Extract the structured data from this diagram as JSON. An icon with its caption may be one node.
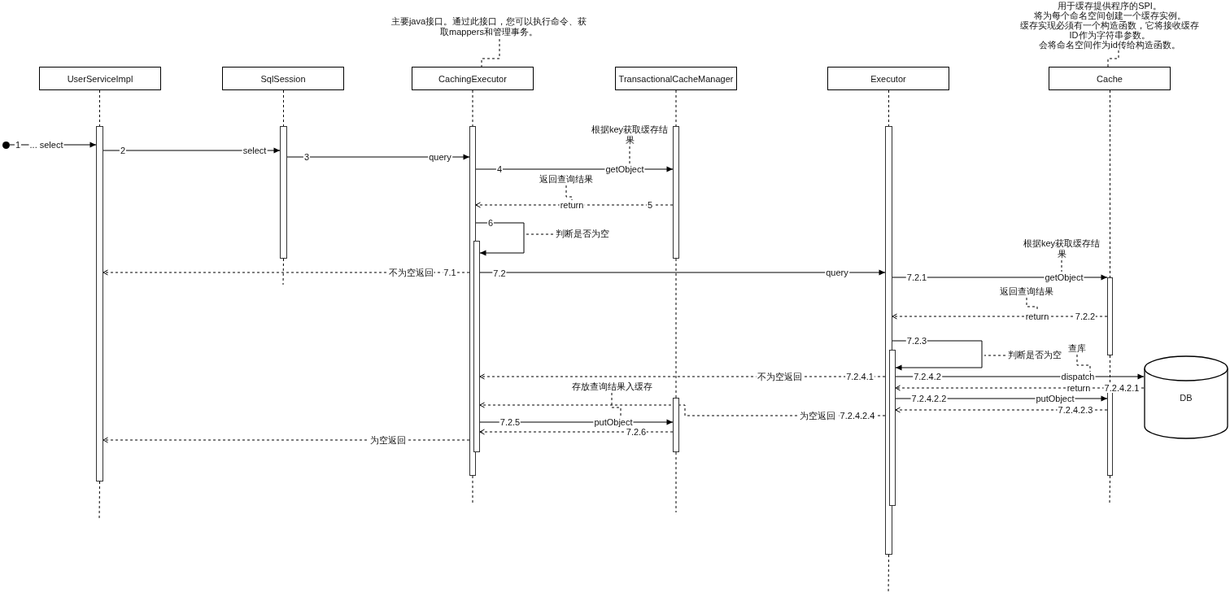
{
  "diagram": {
    "nodes": [
      {
        "text": [
          "主要java接口。通过此接口，您可以执行命令、获取mappers和管理事务。"
        ]
      },
      {
        "text": [
          "用于缓存提供程序的SPI。",
          "将为每个命名空间创建一个缓存实例。",
          "缓存实现必须有一个构造函数，它将接收缓存ID作为字符串参数。",
          "会将命名空间作为id传给构造函数。"
        ]
      },
      {
        "text": [
          "UserServiceImpl"
        ]
      },
      {
        "text": [
          "SqlSession"
        ]
      },
      {
        "text": [
          "CachingExecutor"
        ]
      },
      {
        "text": [
          "TransactionalCacheManager"
        ]
      },
      {
        "text": [
          "Executor"
        ]
      },
      {
        "text": [
          "Cache"
        ]
      },
      {
        "text": [],
        "shape": "circle"
      },
      {
        "text": [],
        "shape": "bar"
      },
      {
        "text": [],
        "shape": "bar"
      },
      {
        "text": [],
        "shape": "bar"
      },
      {
        "text": [],
        "shape": "bar"
      },
      {
        "text": [],
        "shape": "bar"
      },
      {
        "text": [],
        "shape": "bar"
      },
      {
        "text": [],
        "shape": "bar"
      },
      {
        "text": [],
        "shape": "bar"
      },
      {
        "text": [],
        "shape": "bar"
      },
      {
        "text": [],
        "shape": "bar"
      },
      {
        "text": [
          "根据key获取缓存结果"
        ]
      },
      {
        "text": [
          "返回查询结果"
        ]
      },
      {
        "text": [
          "判断是否为空"
        ]
      },
      {
        "text": [
          "根据key获取缓存结果"
        ]
      },
      {
        "text": [
          "返回查询结果"
        ]
      },
      {
        "text": [
          "查库"
        ]
      },
      {
        "text": [
          "判断是否为空"
        ]
      },
      {
        "text": [
          "存放查询结果入缓存"
        ]
      },
      {
        "text": [
          "DB"
        ]
      }
    ],
    "edges": [
      {
        "from": 0,
        "to": 4,
        "arrow": "none",
        "style": "dashed"
      },
      {
        "from": 1,
        "to": 7,
        "arrow": "none",
        "style": "dashed"
      },
      {
        "from": 2,
        "to": 9,
        "arrow": "none",
        "style": "dashed"
      },
      {
        "from": 9,
        "to": null,
        "arrow": "none",
        "style": "dashed"
      },
      {
        "from": 3,
        "to": 10,
        "arrow": "none",
        "style": "dashed"
      },
      {
        "from": 10,
        "to": null,
        "arrow": "none",
        "style": "dashed"
      },
      {
        "from": 4,
        "to": 11,
        "arrow": "none",
        "style": "dashed"
      },
      {
        "from": 11,
        "to": null,
        "arrow": "none",
        "style": "dashed"
      },
      {
        "from": 5,
        "to": 13,
        "arrow": "none",
        "style": "dashed"
      },
      {
        "from": 13,
        "to": 14,
        "arrow": "none",
        "style": "dashed"
      },
      {
        "from": 14,
        "to": null,
        "arrow": "none",
        "style": "dashed"
      },
      {
        "from": 6,
        "to": 15,
        "arrow": "none",
        "style": "dashed"
      },
      {
        "from": 15,
        "to": null,
        "arrow": "none",
        "style": "dashed"
      },
      {
        "from": 7,
        "to": 17,
        "arrow": "none",
        "style": "dashed"
      },
      {
        "from": 17,
        "to": 18,
        "arrow": "none",
        "style": "dashed"
      },
      {
        "from": 18,
        "to": null,
        "arrow": "none",
        "style": "dashed"
      },
      {
        "from": 8,
        "to": 9,
        "arrow": "to",
        "label": "... select"
      },
      {
        "from": 9,
        "to": 10,
        "arrow": "to",
        "label": "select"
      },
      {
        "from": 10,
        "to": 11,
        "arrow": "to",
        "label": "query"
      },
      {
        "from": 11,
        "to": 13,
        "arrow": "to",
        "label": "getObject"
      },
      {
        "from": 19,
        "to": null,
        "arrow": "none",
        "style": "dashed"
      },
      {
        "from": 13,
        "to": 11,
        "arrow": "to",
        "label": "return",
        "style": "dashed"
      },
      {
        "from": 20,
        "to": null,
        "arrow": "none",
        "style": "dashed"
      },
      {
        "from": 11,
        "to": 12,
        "arrow": "to",
        "label": "6"
      },
      {
        "from": 21,
        "to": null,
        "arrow": "none",
        "style": "dashed"
      },
      {
        "from": 11,
        "to": 9,
        "arrow": "to",
        "label": "不为空返回",
        "style": "dashed"
      },
      {
        "from": 12,
        "to": 15,
        "arrow": "to",
        "label": "query"
      },
      {
        "from": 15,
        "to": 17,
        "arrow": "to",
        "label": "getObject"
      },
      {
        "from": 22,
        "to": null,
        "arrow": "none",
        "style": "dashed"
      },
      {
        "from": 17,
        "to": 15,
        "arrow": "to",
        "label": "return",
        "style": "dashed"
      },
      {
        "from": 23,
        "to": null,
        "arrow": "none",
        "style": "dashed"
      },
      {
        "from": 15,
        "to": 16,
        "arrow": "to",
        "label": "7.2.3"
      },
      {
        "from": 25,
        "to": null,
        "arrow": "none",
        "style": "dashed"
      },
      {
        "from": 15,
        "to": 12,
        "arrow": "to",
        "label": "不为空返回",
        "style": "dashed"
      },
      {
        "from": 16,
        "to": 27,
        "arrow": "to",
        "label": "dispatch"
      },
      {
        "from": 24,
        "to": null,
        "arrow": "none",
        "style": "dashed"
      },
      {
        "from": 27,
        "to": 16,
        "arrow": "to",
        "label": "return",
        "style": "dashed"
      },
      {
        "from": 16,
        "to": 18,
        "arrow": "to",
        "label": "putObject"
      },
      {
        "from": 18,
        "to": 16,
        "arrow": "to",
        "label": "7.2.4.2.3",
        "style": "dashed"
      },
      {
        "from": 15,
        "to": 12,
        "arrow": "to",
        "label": "为空返回",
        "style": "dashed"
      },
      {
        "from": 26,
        "to": null,
        "arrow": "none",
        "style": "dashed"
      },
      {
        "from": 12,
        "to": 14,
        "arrow": "to",
        "label": "putObject"
      },
      {
        "from": 14,
        "to": 12,
        "arrow": "to",
        "label": "7.2.6",
        "style": "dashed"
      },
      {
        "from": 11,
        "to": 9,
        "arrow": "to",
        "label": "为空返回",
        "style": "dashed"
      }
    ],
    "labels": [
      "1",
      "2",
      "3",
      "4",
      "5",
      "7.1",
      "7.2",
      "7.2.1",
      "7.2.2",
      "7.2.4.1",
      "7.2.4.2",
      "7.2.4.2.1",
      "7.2.4.2.2",
      "7.2.4.2.4",
      "7.2.5"
    ]
  }
}
